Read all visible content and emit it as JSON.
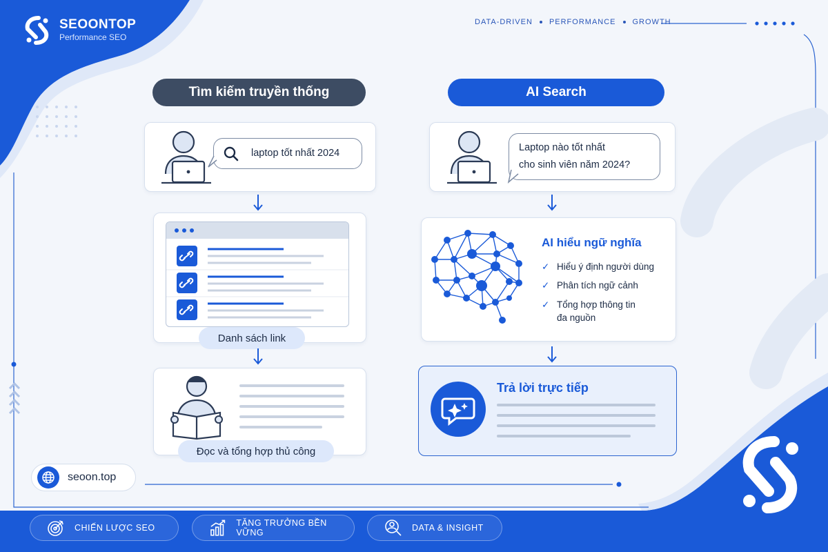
{
  "brand": {
    "name": "SEOONTOP",
    "subtitle": "Performance SEO"
  },
  "tagline": [
    "DATA-DRIVEN",
    "PERFORMANCE",
    "GROWTH"
  ],
  "traditional": {
    "header": "Tìm kiếm truyền thống",
    "query": "laptop tốt nhất 2024",
    "results_label": "Danh sách link",
    "manual_label": "Đọc và tổng hợp thủ công"
  },
  "ai": {
    "header": "AI Search",
    "question_line1": "Laptop nào tốt nhất",
    "question_line2": "cho sinh viên năm 2024?",
    "understand_title": "AI hiểu ngữ nghĩa",
    "checks": [
      "Hiểu ý định người dùng",
      "Phân tích ngữ cảnh",
      "Tổng hợp thông tin",
      "đa nguồn"
    ],
    "answer_title": "Trả lời trực tiếp"
  },
  "site": "seoon.top",
  "features": [
    "CHIẾN LƯỢC SEO",
    "TĂNG TRƯỞNG BỀN VỮNG",
    "DATA & INSIGHT"
  ],
  "colors": {
    "primary": "#1a5ad8",
    "dark_header": "#3d4c63",
    "background": "#f3f6fb"
  }
}
